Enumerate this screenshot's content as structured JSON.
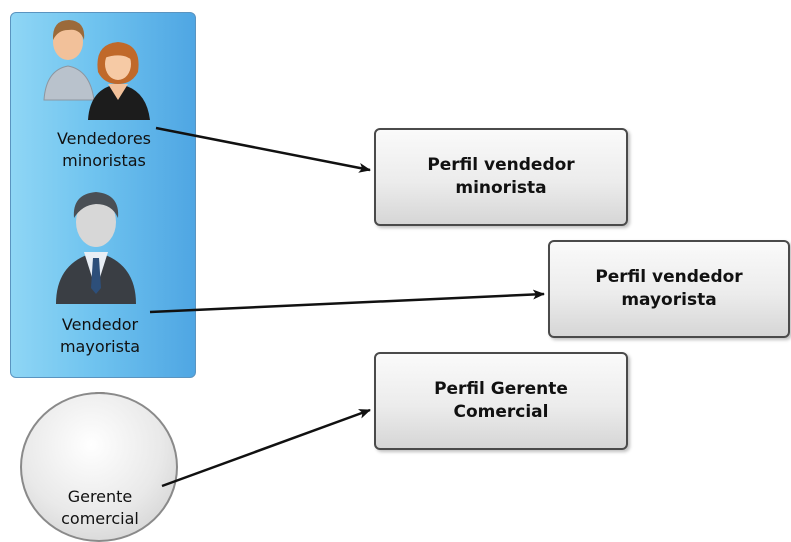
{
  "actors": [
    {
      "id": "retail",
      "label": "Vendedores\nminoristas",
      "icon": "couple-icon"
    },
    {
      "id": "wholesale",
      "label": "Vendedor\nmayorista",
      "icon": "businessman-icon"
    },
    {
      "id": "manager",
      "label": "Gerente\ncomercial",
      "icon": "agent-icon"
    }
  ],
  "profiles": [
    {
      "id": "retail_profile",
      "label": "Perfil vendedor\nminorista"
    },
    {
      "id": "wholesale_profile",
      "label": "Perfil vendedor\nmayorista"
    },
    {
      "id": "manager_profile",
      "label": "Perfil Gerente\nComercial"
    }
  ],
  "colors": {
    "panel": "#6fc3ef",
    "box_border": "#4a4a4a",
    "arrow": "#111111"
  }
}
